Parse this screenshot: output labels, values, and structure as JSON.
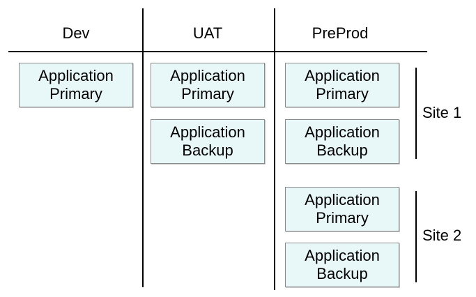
{
  "columns": [
    {
      "label": "Dev"
    },
    {
      "label": "UAT"
    },
    {
      "label": "PreProd"
    }
  ],
  "dev": {
    "primary": {
      "line1": "Application",
      "line2": "Primary"
    }
  },
  "uat": {
    "primary": {
      "line1": "Application",
      "line2": "Primary"
    },
    "backup": {
      "line1": "Application",
      "line2": "Backup"
    }
  },
  "preprod": {
    "site1": {
      "label": "Site 1",
      "primary": {
        "line1": "Application",
        "line2": "Primary"
      },
      "backup": {
        "line1": "Application",
        "line2": "Backup"
      }
    },
    "site2": {
      "label": "Site 2",
      "primary": {
        "line1": "Application",
        "line2": "Primary"
      },
      "backup": {
        "line1": "Application",
        "line2": "Backup"
      }
    }
  },
  "colors": {
    "box_fill": "#e8f8f8",
    "box_border": "#8a8a8a",
    "line": "#000000"
  }
}
